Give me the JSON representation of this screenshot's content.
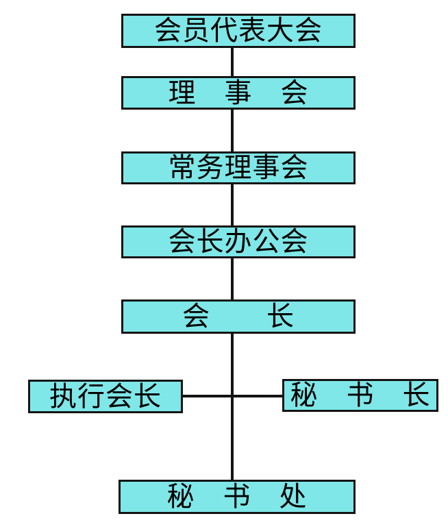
{
  "org_chart": {
    "type": "org-chart",
    "colors": {
      "node_fill": "#7fe7e8",
      "node_border": "#141414",
      "connector_line": "#141414",
      "text": "#000000",
      "background": "#ffffff"
    },
    "nodes": [
      {
        "id": "member-congress",
        "label": "会员代表大会"
      },
      {
        "id": "council",
        "label": "理　事　会"
      },
      {
        "id": "standing-council",
        "label": "常务理事会"
      },
      {
        "id": "president-office",
        "label": "会长办公会"
      },
      {
        "id": "president",
        "label": "会　　长"
      },
      {
        "id": "executive-president",
        "label": "执行会长"
      },
      {
        "id": "secretary-general",
        "label": "秘　书　长"
      },
      {
        "id": "secretariat",
        "label": "秘　书　处"
      }
    ],
    "edges": [
      {
        "from": "member-congress",
        "to": "council"
      },
      {
        "from": "council",
        "to": "standing-council"
      },
      {
        "from": "standing-council",
        "to": "president-office"
      },
      {
        "from": "president-office",
        "to": "president"
      },
      {
        "from": "president",
        "to": "secretariat"
      },
      {
        "from": "executive-president",
        "to": "president-secretariat-trunk"
      },
      {
        "from": "secretary-general",
        "to": "president-secretariat-trunk"
      }
    ]
  }
}
